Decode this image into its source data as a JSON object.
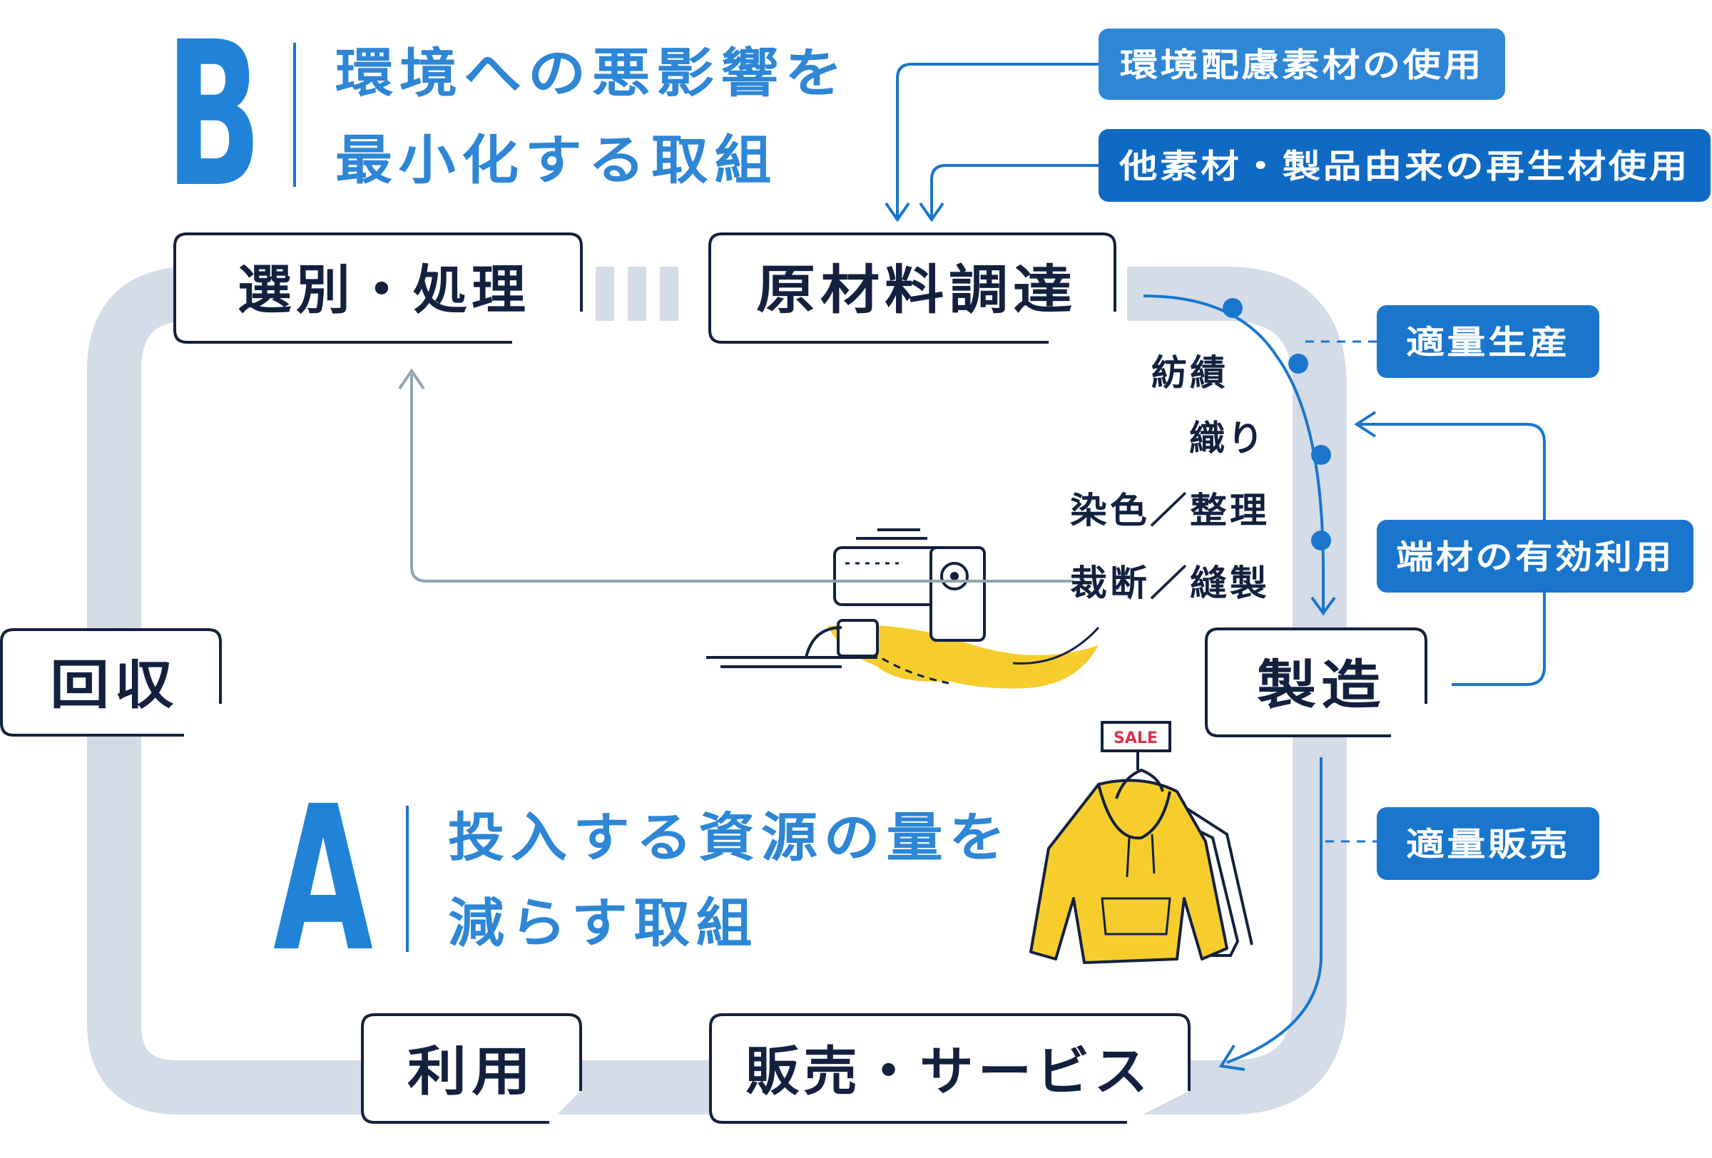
{
  "headings": {
    "b": {
      "letter": "B",
      "line1": "環境への悪影響を",
      "line2": "最小化する取組"
    },
    "a": {
      "letter": "A",
      "line1": "投入する資源の量を",
      "line2": "減らす取組"
    }
  },
  "stages": {
    "sorting": "選別・処理",
    "materials": "原材料調達",
    "collection": "回収",
    "manufacturing": "製造",
    "use": "利用",
    "sales": "販売・サービス"
  },
  "steps": {
    "spinning": "紡績",
    "weaving": "織り",
    "dyeing": "染色／整理",
    "sewing": "裁断／縫製"
  },
  "pills": {
    "eco_material": "環境配慮素材の使用",
    "recycled_material": "他素材・製品由来の再生材使用",
    "right_production": "適量生産",
    "offcut_use": "端材の有効利用",
    "right_sales": "適量販売"
  },
  "illustrations": {
    "sale_tag": "SALE",
    "sewing_machine": "sewing-machine-icon",
    "hoodie": "hoodie-icon"
  },
  "colors": {
    "loop": "#d3dce7",
    "navy": "#13213f",
    "accent_blue": "#2083d8",
    "pill_blue": "#1a76cc",
    "arrow_gray": "#8fa4b4",
    "yellow": "#f6cd2d",
    "sale_red": "#d9334b"
  }
}
